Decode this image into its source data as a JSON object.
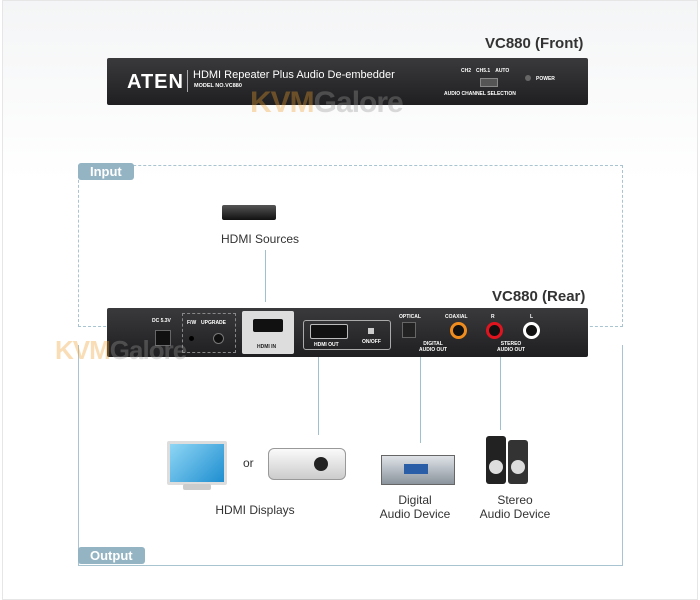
{
  "front": {
    "title": "VC880 (Front)",
    "brand": "ATEN",
    "product": "HDMI Repeater Plus Audio De-embedder",
    "model": "MODEL NO.VC880",
    "switch_options": [
      "CH2",
      "CH5.1",
      "AUTO"
    ],
    "switch_label": "AUDIO CHANNEL SELECTION",
    "power": "POWER"
  },
  "watermark": {
    "kvm": "KVM",
    "galore": "Galore"
  },
  "input": {
    "label": "Input",
    "source": "HDMI Sources"
  },
  "rear": {
    "title": "VC880 (Rear)",
    "dc": "DC 5.3V",
    "fw": "F/W",
    "upgrade": "UPGRADE",
    "hdmi_in": "HDMI IN",
    "hdmi_out": "HDMI OUT",
    "onoff": "ON/OFF",
    "optical": "OPTICAL",
    "coaxial": "COAXIAL",
    "digital_out": [
      "DIGITAL",
      "AUDIO OUT"
    ],
    "r": "R",
    "l": "L",
    "stereo_out": [
      "STEREO",
      "AUDIO OUT"
    ]
  },
  "output": {
    "label": "Output",
    "or": "or",
    "displays": "HDMI Displays",
    "digital": [
      "Digital",
      "Audio Device"
    ],
    "stereo": [
      "Stereo",
      "Audio Device"
    ]
  }
}
